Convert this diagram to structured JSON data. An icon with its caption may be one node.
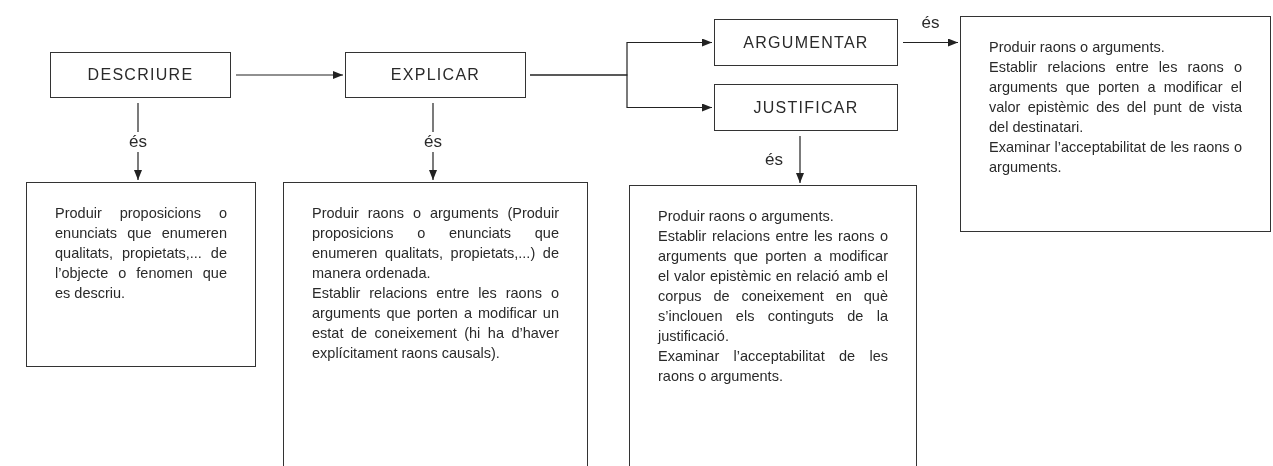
{
  "diagram": {
    "nodes": [
      {
        "text": [
          "DESCRIURE"
        ]
      },
      {
        "text": [
          "EXPLICAR"
        ]
      },
      {
        "text": [
          "ARGUMENTAR"
        ]
      },
      {
        "text": [
          "JUSTIFICAR"
        ]
      },
      {
        "text": [
          "Produir raons o arguments.",
          "Establir relacions entre les raons o arguments que porten a modificar el valor epistèmic des del punt de vista del destinatari.",
          "Examinar l’acceptabilitat de les raons o arguments."
        ]
      },
      {
        "text": [
          "Produir proposicions o enunciats que enumeren qualitats, propietats,... de l’objecte o fenomen que es descriu."
        ]
      },
      {
        "text": [
          "Produir raons o arguments (Produir proposicions o enunciats que enumeren qualitats, propietats,...) de manera ordenada.",
          "Establir relacions entre les raons o arguments que porten a modificar un estat de coneixement (hi ha d’haver explícitament raons causals)."
        ]
      },
      {
        "text": [
          "Produir raons o arguments.",
          "Establir relacions entre les raons o arguments que porten a modificar el valor epistèmic en relació amb el corpus de coneixement en què s’inclouen els continguts de la justificació.",
          "Examinar l’acceptabilitat de les raons o arguments."
        ]
      }
    ],
    "edges": [
      {
        "from": 0,
        "to": 1,
        "arrow": "to"
      },
      {
        "from": 1,
        "to": 2,
        "arrow": "to"
      },
      {
        "from": 1,
        "to": 3,
        "arrow": "to"
      },
      {
        "from": 2,
        "to": 4,
        "arrow": "to",
        "label": "és"
      },
      {
        "from": 0,
        "to": 5,
        "arrow": "to",
        "label": "és"
      },
      {
        "from": 1,
        "to": 6,
        "arrow": "to",
        "label": "és"
      },
      {
        "from": 3,
        "to": 7,
        "arrow": "to",
        "label": "és"
      }
    ]
  }
}
